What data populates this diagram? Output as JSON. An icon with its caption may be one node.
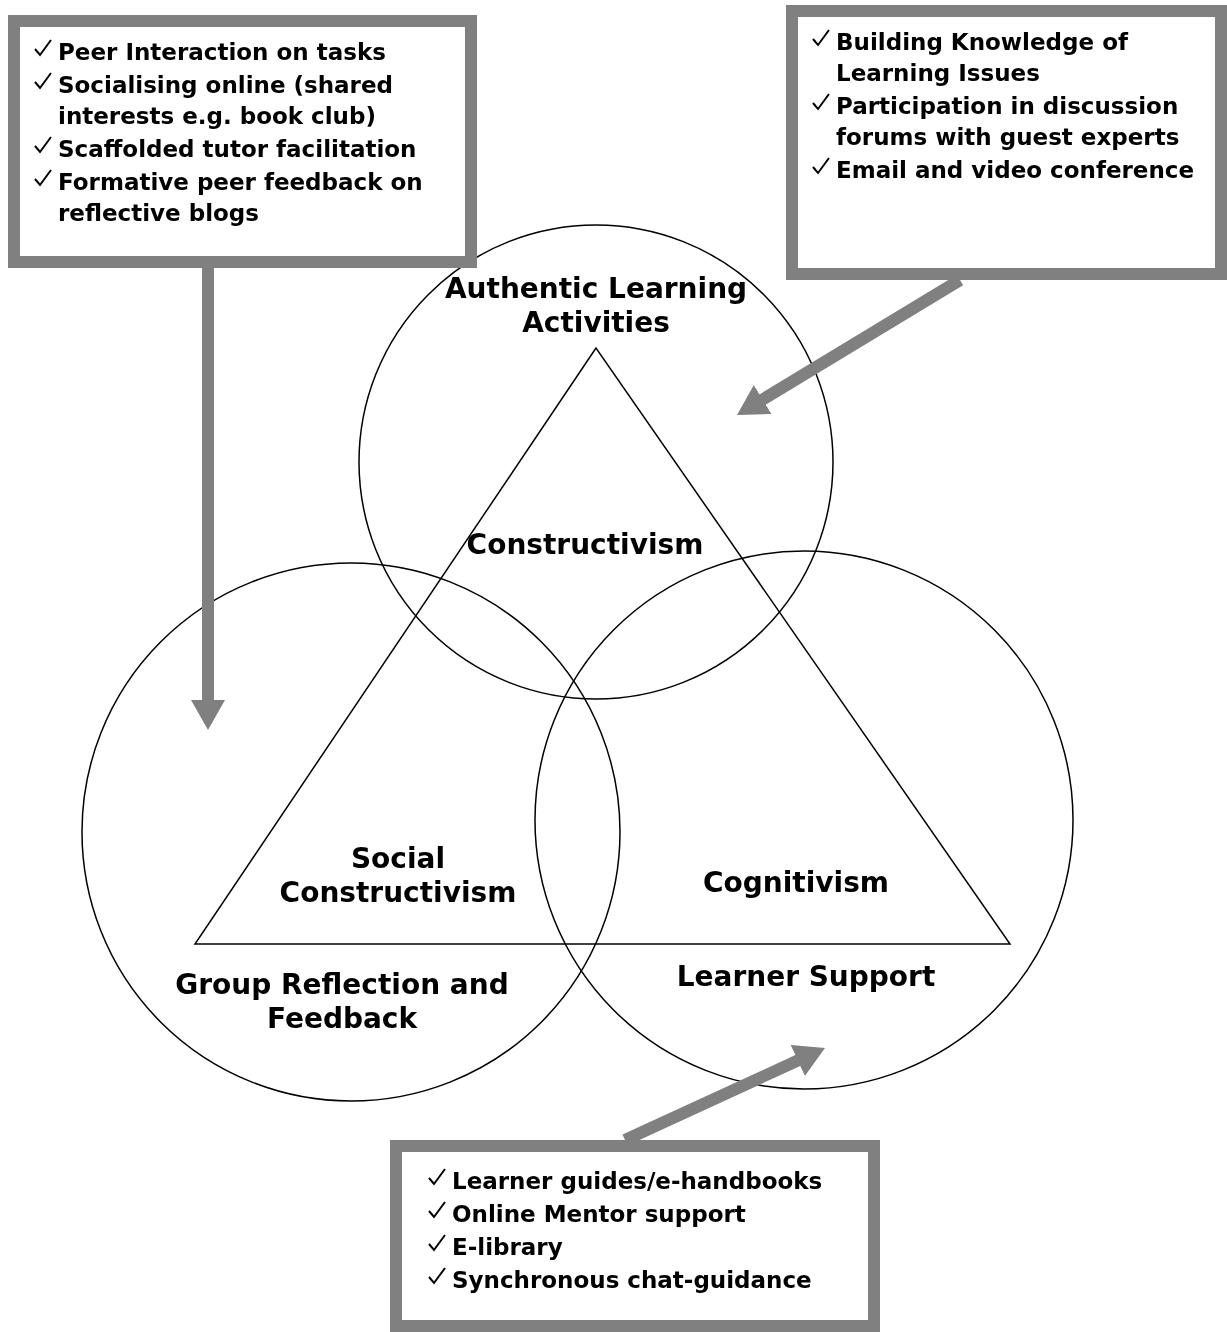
{
  "diagram": {
    "nodes": [
      {
        "text": [
          "Peer Interaction on tasks",
          "Socialising online (shared interests e.g. book club)",
          "Scaffolded tutor facilitation",
          "Formative peer feedback on reflective blogs"
        ]
      },
      {
        "text": [
          "Building Knowledge of Learning Issues",
          "Participation in discussion forums with guest experts",
          "Email and video conference"
        ]
      },
      {
        "text": [
          "Authentic Learning Activities"
        ]
      },
      {
        "text": [],
        "shape": "triangle"
      },
      {
        "text": [
          "Group Reflection and Feedback"
        ]
      },
      {
        "text": [
          "Learner Support"
        ]
      },
      {
        "text": [
          "Learner guides/e-handbooks",
          "Online Mentor support",
          "E-library",
          "Synchronous chat-guidance"
        ]
      }
    ],
    "edges": [
      {
        "from": 0,
        "to": 4,
        "arrow": "to"
      },
      {
        "from": 1,
        "to": 2,
        "arrow": "to"
      },
      {
        "from": 6,
        "to": 5,
        "arrow": "to"
      }
    ],
    "labels": [
      "Constructivism",
      "Social Constructivism",
      "Cognitivism"
    ]
  }
}
